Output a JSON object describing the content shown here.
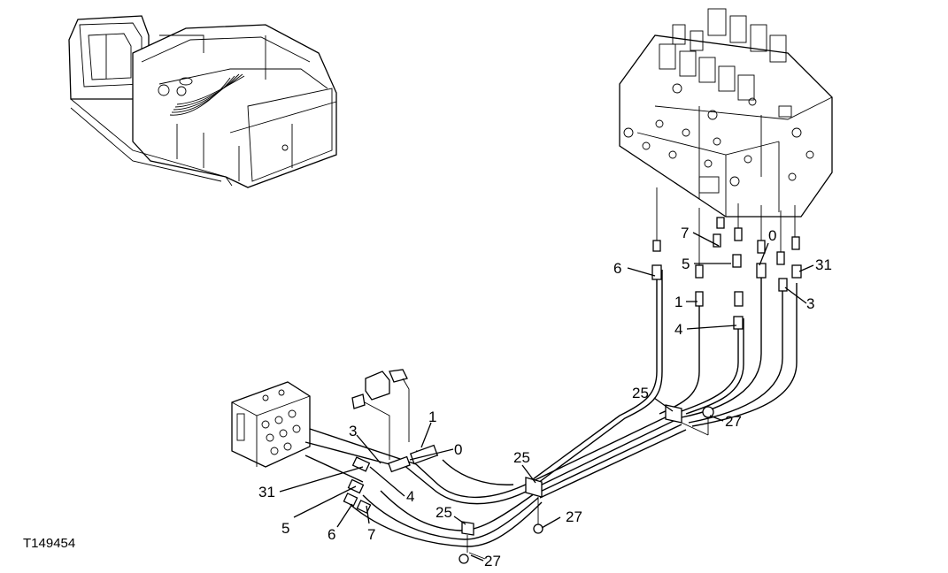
{
  "figure_id": "T149454",
  "callouts": {
    "upper_7": "7",
    "upper_6": "6",
    "upper_5": "5",
    "upper_0": "0",
    "upper_31": "31",
    "upper_1": "1",
    "upper_3": "3",
    "upper_4": "4",
    "clamp_25_upper": "25",
    "bolt_27_upper": "27",
    "lower_1": "1",
    "lower_0": "0",
    "lower_3": "3",
    "lower_4": "4",
    "clamp_25_mid": "25",
    "bolt_27_mid": "27",
    "lower_31": "31",
    "lower_5": "5",
    "lower_6": "6",
    "lower_7": "7",
    "clamp_25_lower": "25",
    "bolt_27_lower": "27"
  }
}
